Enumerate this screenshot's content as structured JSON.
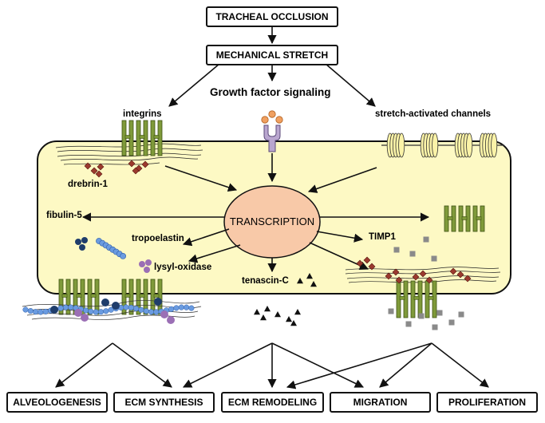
{
  "top": {
    "tracheal_occlusion": "TRACHEAL OCCLUSION",
    "mechanical_stretch": "MECHANICAL STRETCH",
    "growth_factor_signaling": "Growth factor signaling"
  },
  "membrane": {
    "integrins": "integrins",
    "stretch_channels": "stretch-activated channels",
    "drebrin": "drebrin-1"
  },
  "nucleus": {
    "label": "TRANSCRIPTION"
  },
  "products": {
    "fibulin": "fibulin-5",
    "tropoelastin": "tropoelastin",
    "lysyl_oxidase": "lysyl-oxidase",
    "tenascin": "tenascin-C",
    "timp1": "TIMP1"
  },
  "outcomes": [
    "ALVEOLOGENESIS",
    "ECM SYNTHESIS",
    "ECM REMODELING",
    "MIGRATION",
    "PROLIFERATION"
  ],
  "colors": {
    "cell_fill": "#fdf9c4",
    "nucleus_fill": "#f8c9a8",
    "integrin_green": "#7f9a3a",
    "receptor_purple": "#b9a6cf",
    "ligand_orange": "#f0a060",
    "channel_yellow": "#fbf3a8",
    "diamond_red": "#9b3a2e",
    "elastin_blue": "#6a9be0",
    "navy": "#1f3d6b",
    "lox_purple": "#9b6fb5",
    "timp_gray": "#8a8a8a"
  }
}
